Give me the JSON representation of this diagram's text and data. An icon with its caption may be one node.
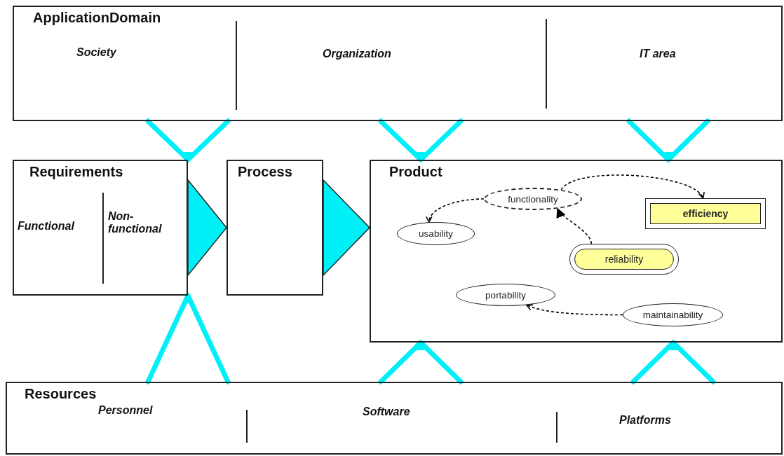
{
  "diagram": {
    "nodes": [
      {
        "text": [
          "ApplicationDomain",
          "Society",
          "Organization",
          "IT area"
        ]
      },
      {
        "text": [
          "Requirements",
          "Functional",
          "Non-functional"
        ]
      },
      {
        "text": [
          "Process"
        ]
      },
      {
        "text": [
          "Product"
        ]
      },
      {
        "text": [
          "functionality"
        ],
        "in": 3
      },
      {
        "text": [
          "efficiency"
        ],
        "in": 3
      },
      {
        "text": [
          "usability"
        ],
        "in": 3
      },
      {
        "text": [
          "reliability"
        ],
        "in": 3
      },
      {
        "text": [
          "portability"
        ],
        "in": 3
      },
      {
        "text": [
          "maintainability"
        ],
        "in": 3
      },
      {
        "text": [
          "Resources",
          "Personnel",
          "Software",
          "Platforms"
        ]
      }
    ],
    "edges": [
      {
        "from": 0,
        "to": 1,
        "arrow": "to"
      },
      {
        "from": 0,
        "to": 3,
        "arrow": "to"
      },
      {
        "from": 0,
        "to": 3,
        "arrow": "to"
      },
      {
        "from": 1,
        "to": 2,
        "arrow": "to"
      },
      {
        "from": 2,
        "to": 3,
        "arrow": "to"
      },
      {
        "from": 4,
        "to": 6,
        "arrow": "to",
        "style": "dashed",
        "color": "#000000"
      },
      {
        "from": 4,
        "to": 5,
        "arrow": "to",
        "style": "dashed",
        "color": "#000000"
      },
      {
        "from": 7,
        "to": 4,
        "arrow": "to",
        "style": "dashed",
        "color": "#000000"
      },
      {
        "from": 9,
        "to": 8,
        "arrow": "to",
        "style": "dashed",
        "color": "#000000"
      },
      {
        "from": 10,
        "to": 1,
        "arrow": "to"
      },
      {
        "from": 10,
        "to": 3,
        "arrow": "to"
      },
      {
        "from": 10,
        "to": 3,
        "arrow": "to"
      }
    ]
  }
}
